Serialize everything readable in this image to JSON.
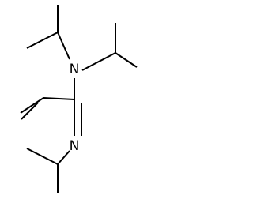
{
  "molecule": {
    "atoms": [
      {
        "id": "n_amine",
        "label": "N"
      },
      {
        "id": "n_imine",
        "label": "N"
      }
    ],
    "colors": {
      "bond": "#000000",
      "label": "#000000",
      "background": "#ffffff"
    }
  }
}
